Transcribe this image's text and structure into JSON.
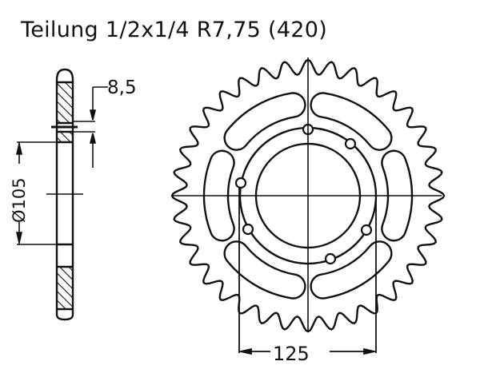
{
  "drawing": {
    "title": "Teilung 1/2x1/4 R7,75 (420)",
    "side_view": {
      "thickness_label": "8,5",
      "hub_diameter_label": "Ø105"
    },
    "front_view": {
      "bolt_distance_label": "125",
      "tooth_count": 36,
      "bolt_hole_count": 6,
      "lightening_slot_count": 6
    },
    "colors": {
      "line": "#111111",
      "background": "#ffffff"
    }
  }
}
